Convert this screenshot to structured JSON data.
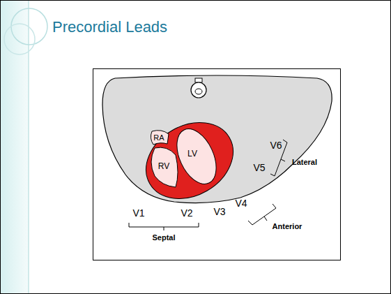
{
  "diagram": {
    "title": "Precordial Leads",
    "labels": [
      "RA",
      "RV",
      "LV",
      "V6",
      "V5",
      "Lateral",
      "V4",
      "V1",
      "V2",
      "V3",
      "Anterior",
      "Septal"
    ]
  }
}
